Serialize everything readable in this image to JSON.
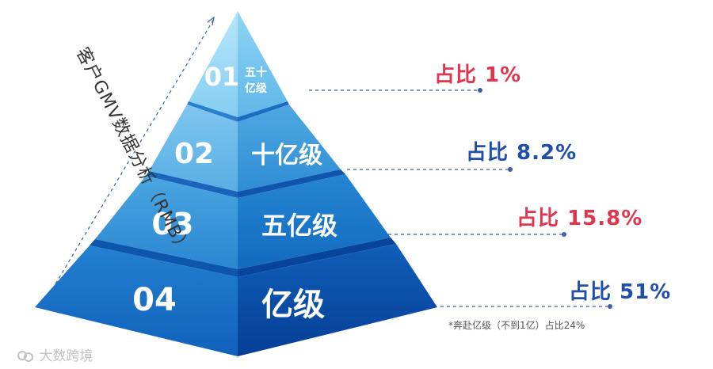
{
  "axis_label": "客户GMV数据分析（RMB）",
  "tiers": [
    {
      "number": "01",
      "label": "五十亿级",
      "label_line1": "五十",
      "label_line2": "亿级",
      "share": "占比 1%",
      "share_color": "#e0354f"
    },
    {
      "number": "02",
      "label": "十亿级",
      "share": "占比 8.2%",
      "share_color": "#1f4fa8"
    },
    {
      "number": "03",
      "label": "五亿级",
      "share": "占比 15.8%",
      "share_color": "#e0354f"
    },
    {
      "number": "04",
      "label": "亿级",
      "share": "占比 51%",
      "share_color": "#1f4fa8"
    }
  ],
  "footnote": "*奔赴亿级（不到1亿）占比24%",
  "watermark": {
    "text": "大数跨境",
    "icon": "brand-logo-icon"
  },
  "colors": {
    "accent_red": "#e0354f",
    "accent_blue": "#1f4fa8",
    "pyramid_light": "#9fd8f6",
    "pyramid_dark": "#0b4cb0",
    "connector": "#3b5fa8"
  }
}
